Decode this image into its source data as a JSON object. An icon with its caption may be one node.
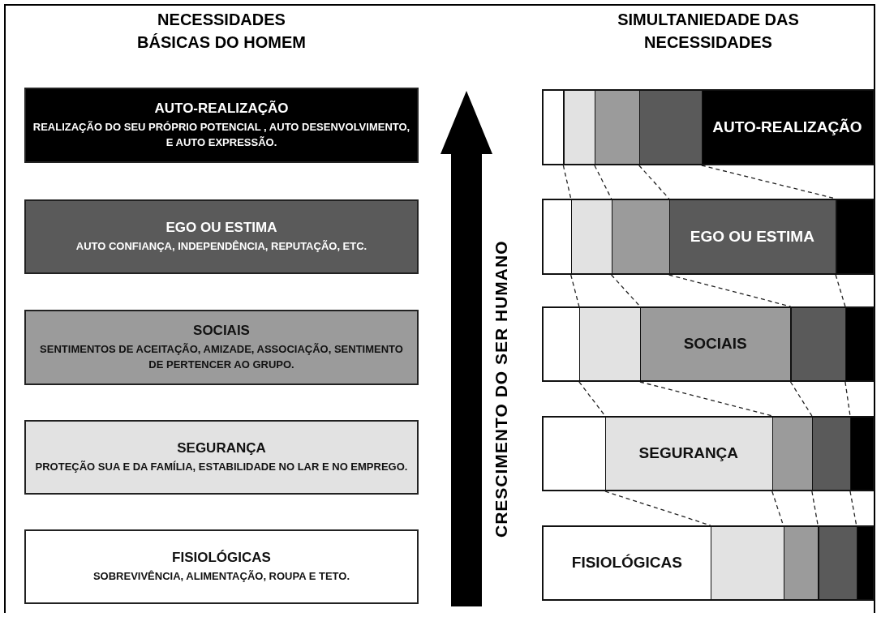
{
  "diagram": {
    "nodes": [
      {
        "text": [
          "AUTO-REALIZAÇÃO",
          "REALIZAÇÃO DO SEU PRÓPRIO POTENCIAL , AUTO DESENVOLVIMENTO, E AUTO EXPRESSÃO."
        ]
      },
      {
        "text": [
          "EGO OU ESTIMA",
          "AUTO CONFIANÇA, INDEPENDÊNCIA, REPUTAÇÃO, ETC."
        ]
      },
      {
        "text": [
          "SOCIAIS",
          "SENTIMENTOS DE ACEITAÇÃO, AMIZADE, ASSOCIAÇÃO, SENTIMENTO DE PERTENCER AO GRUPO."
        ]
      },
      {
        "text": [
          "SEGURANÇA",
          "PROTEÇÃO SUA E DA FAMÍLIA, ESTABILIDADE NO LAR E NO EMPREGO."
        ]
      },
      {
        "text": [
          "FISIOLÓGICAS",
          "SOBREVIVÊNCIA, ALIMENTAÇÃO, ROUPA E TETO."
        ]
      },
      {
        "text": [
          "AUTO-REALIZAÇÃO"
        ]
      },
      {
        "text": [
          "EGO OU ESTIMA"
        ]
      },
      {
        "text": [
          "SOCIAIS"
        ]
      },
      {
        "text": [
          "SEGURANÇA"
        ]
      },
      {
        "text": [
          "FISIOLÓGICAS"
        ]
      }
    ],
    "edges": [
      {
        "from": 5,
        "to": 6,
        "arrow": "none",
        "style": "dashed"
      },
      {
        "from": 5,
        "to": 6,
        "arrow": "none",
        "style": "dashed"
      },
      {
        "from": 5,
        "to": 6,
        "arrow": "none",
        "style": "dashed"
      },
      {
        "from": 5,
        "to": 6,
        "arrow": "none",
        "style": "dashed"
      },
      {
        "from": 6,
        "to": 7,
        "arrow": "none",
        "style": "dashed"
      },
      {
        "from": 6,
        "to": 7,
        "arrow": "none",
        "style": "dashed"
      },
      {
        "from": 6,
        "to": 7,
        "arrow": "none",
        "style": "dashed"
      },
      {
        "from": 6,
        "to": 7,
        "arrow": "none",
        "style": "dashed"
      },
      {
        "from": 7,
        "to": 8,
        "arrow": "none",
        "style": "dashed"
      },
      {
        "from": 7,
        "to": 8,
        "arrow": "none",
        "style": "dashed"
      },
      {
        "from": 7,
        "to": 8,
        "arrow": "none",
        "style": "dashed"
      },
      {
        "from": 7,
        "to": 8,
        "arrow": "none",
        "style": "dashed"
      },
      {
        "from": 8,
        "to": 9,
        "arrow": "none",
        "style": "dashed"
      },
      {
        "from": 8,
        "to": 9,
        "arrow": "none",
        "style": "dashed"
      },
      {
        "from": 8,
        "to": 9,
        "arrow": "none",
        "style": "dashed"
      },
      {
        "from": 8,
        "to": 9,
        "arrow": "none",
        "style": "dashed"
      }
    ],
    "labels": [
      "NECESSIDADES BÁSICAS DO HOMEM",
      "SIMULTANIEDADE DAS NECESSIDADES",
      "CRESCIMENTO DO SER HUMANO"
    ]
  }
}
